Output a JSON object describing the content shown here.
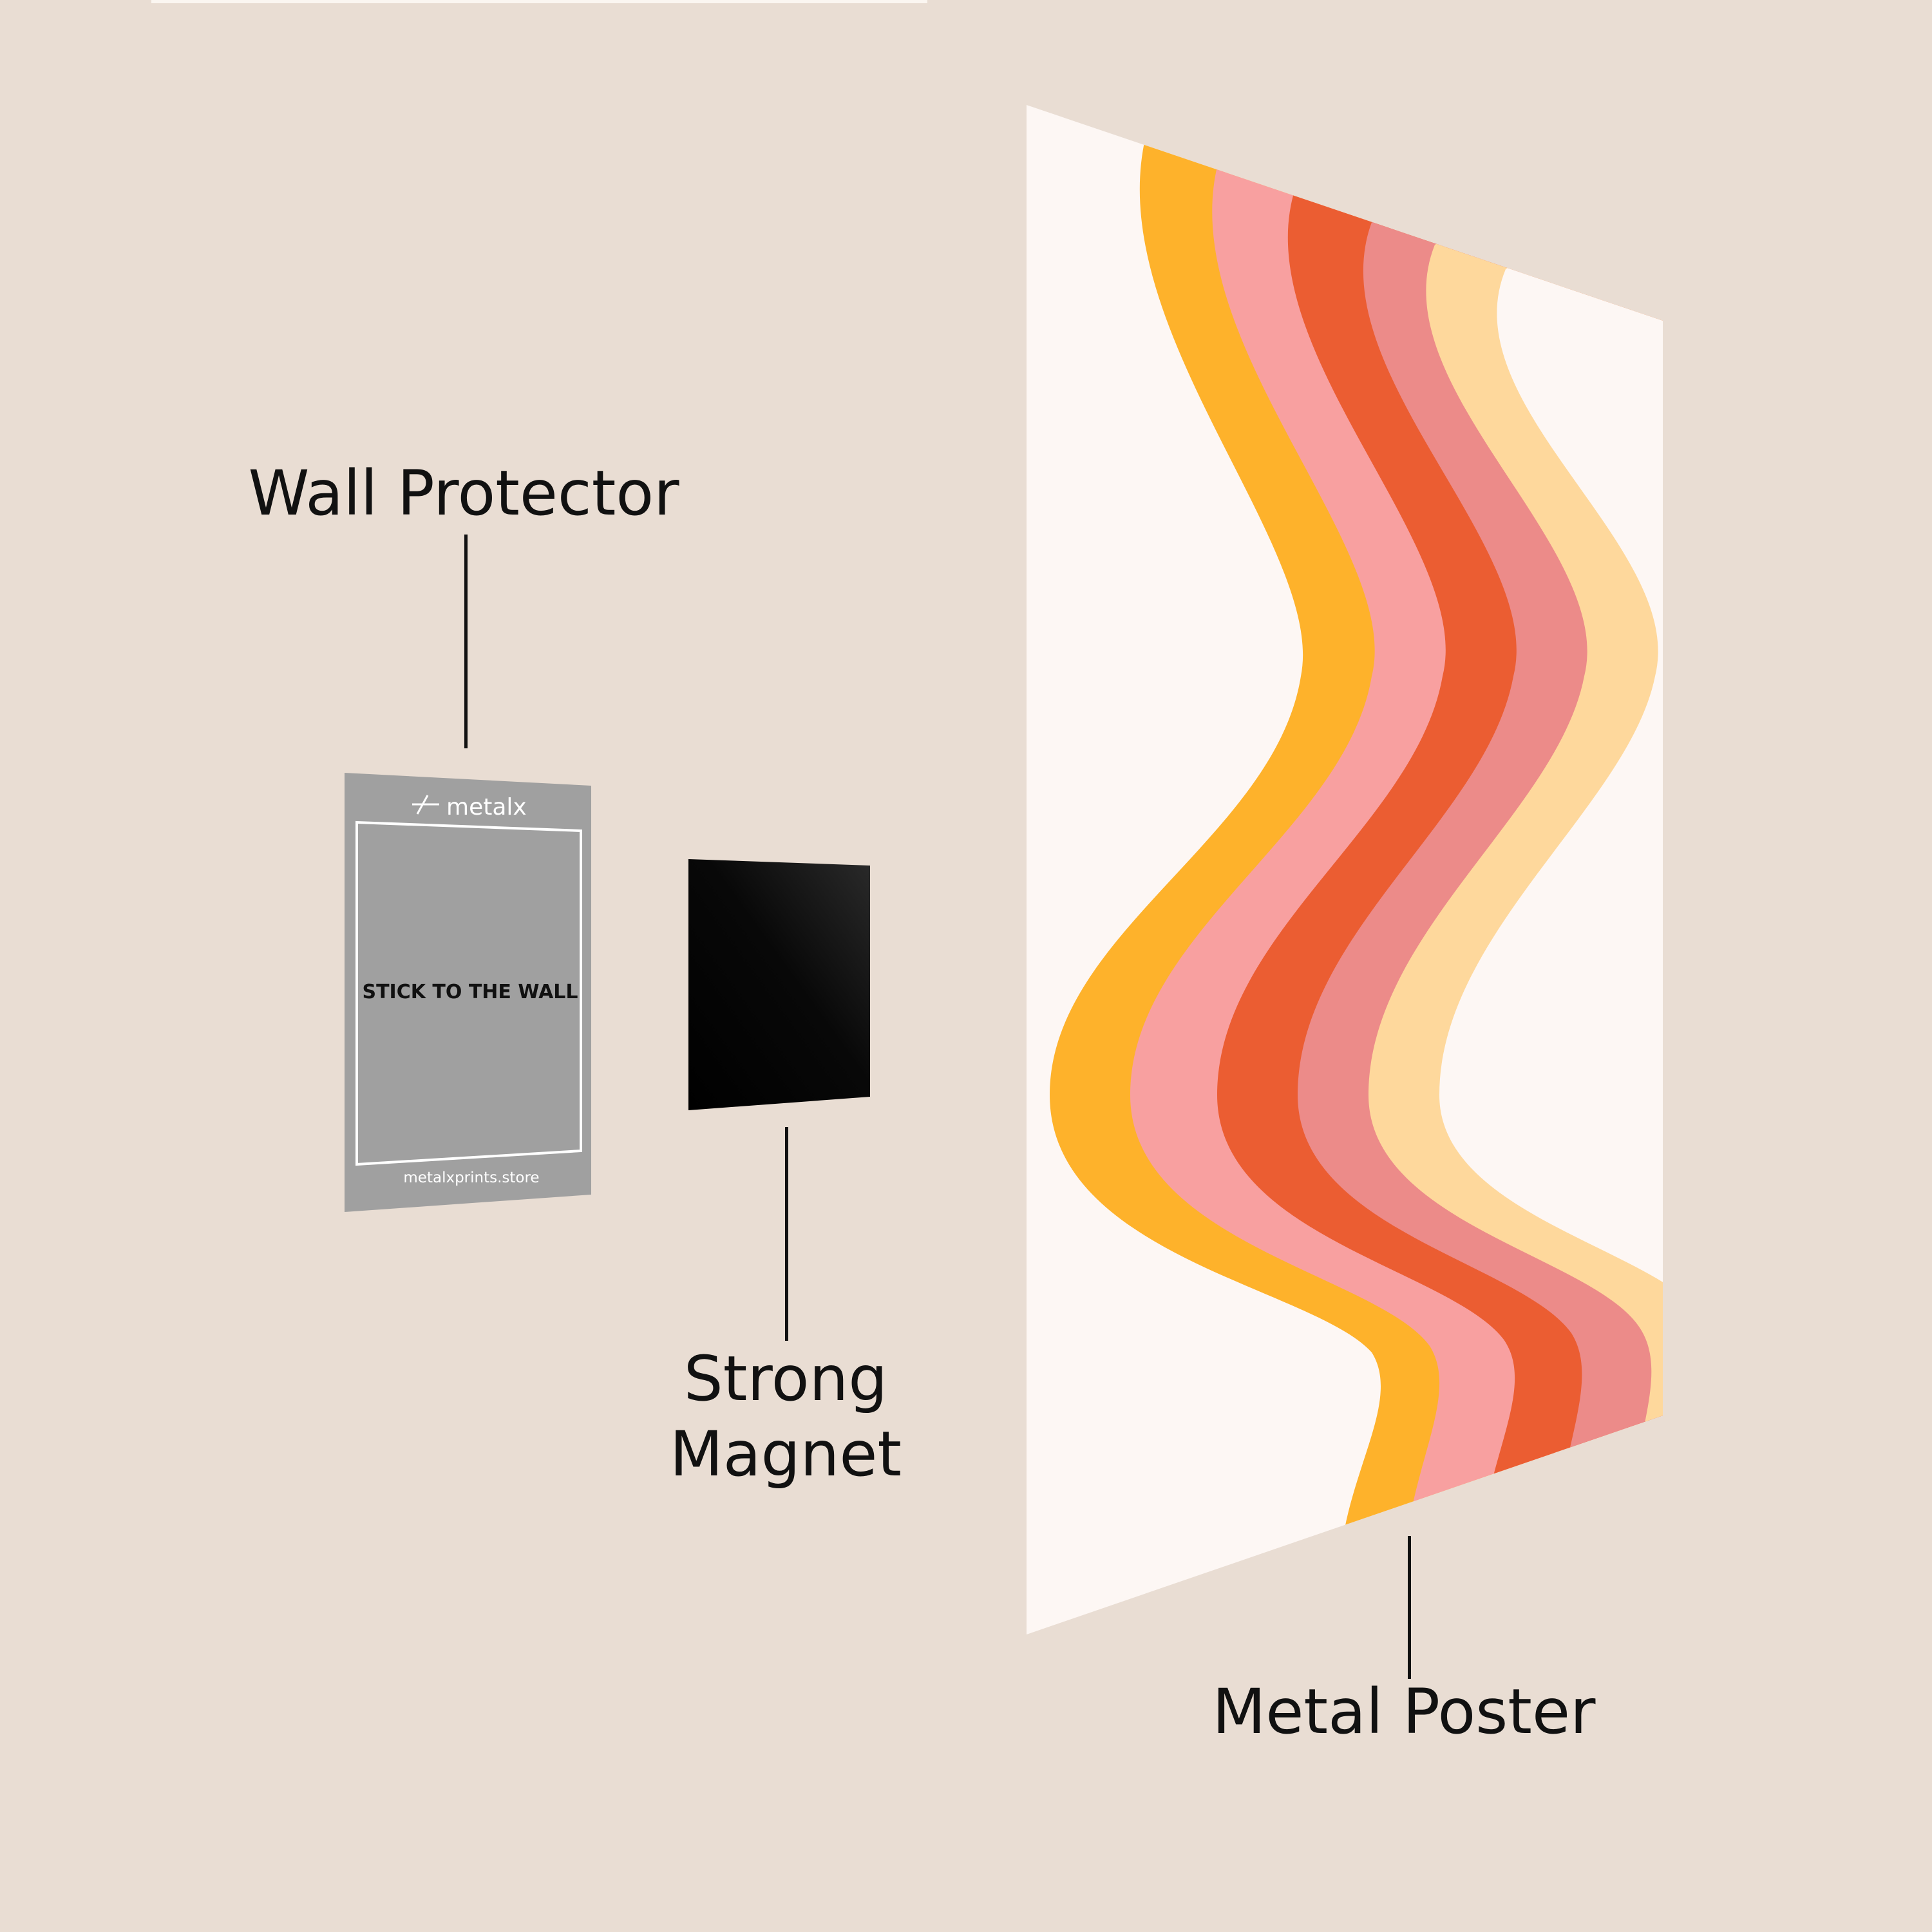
{
  "labels": {
    "wall_protector": "Wall Protector",
    "strong_magnet_line1": "Strong",
    "strong_magnet_line2": "Magnet",
    "metal_poster": "Metal Poster"
  },
  "protector_card": {
    "brand": "metalx",
    "instruction": "STICK TO THE WALL",
    "website": "metalxprints.store"
  },
  "colors": {
    "background": "#e9ddd3",
    "protector_gray": "#a0a0a0",
    "magnet_black": "#050505",
    "poster_base": "#fdf7f4",
    "wave_orange": "#feb22b",
    "wave_pink": "#f8a0a0",
    "wave_red": "#eb5d32",
    "wave_rose": "#ec8b89",
    "wave_cream": "#fed89c"
  }
}
